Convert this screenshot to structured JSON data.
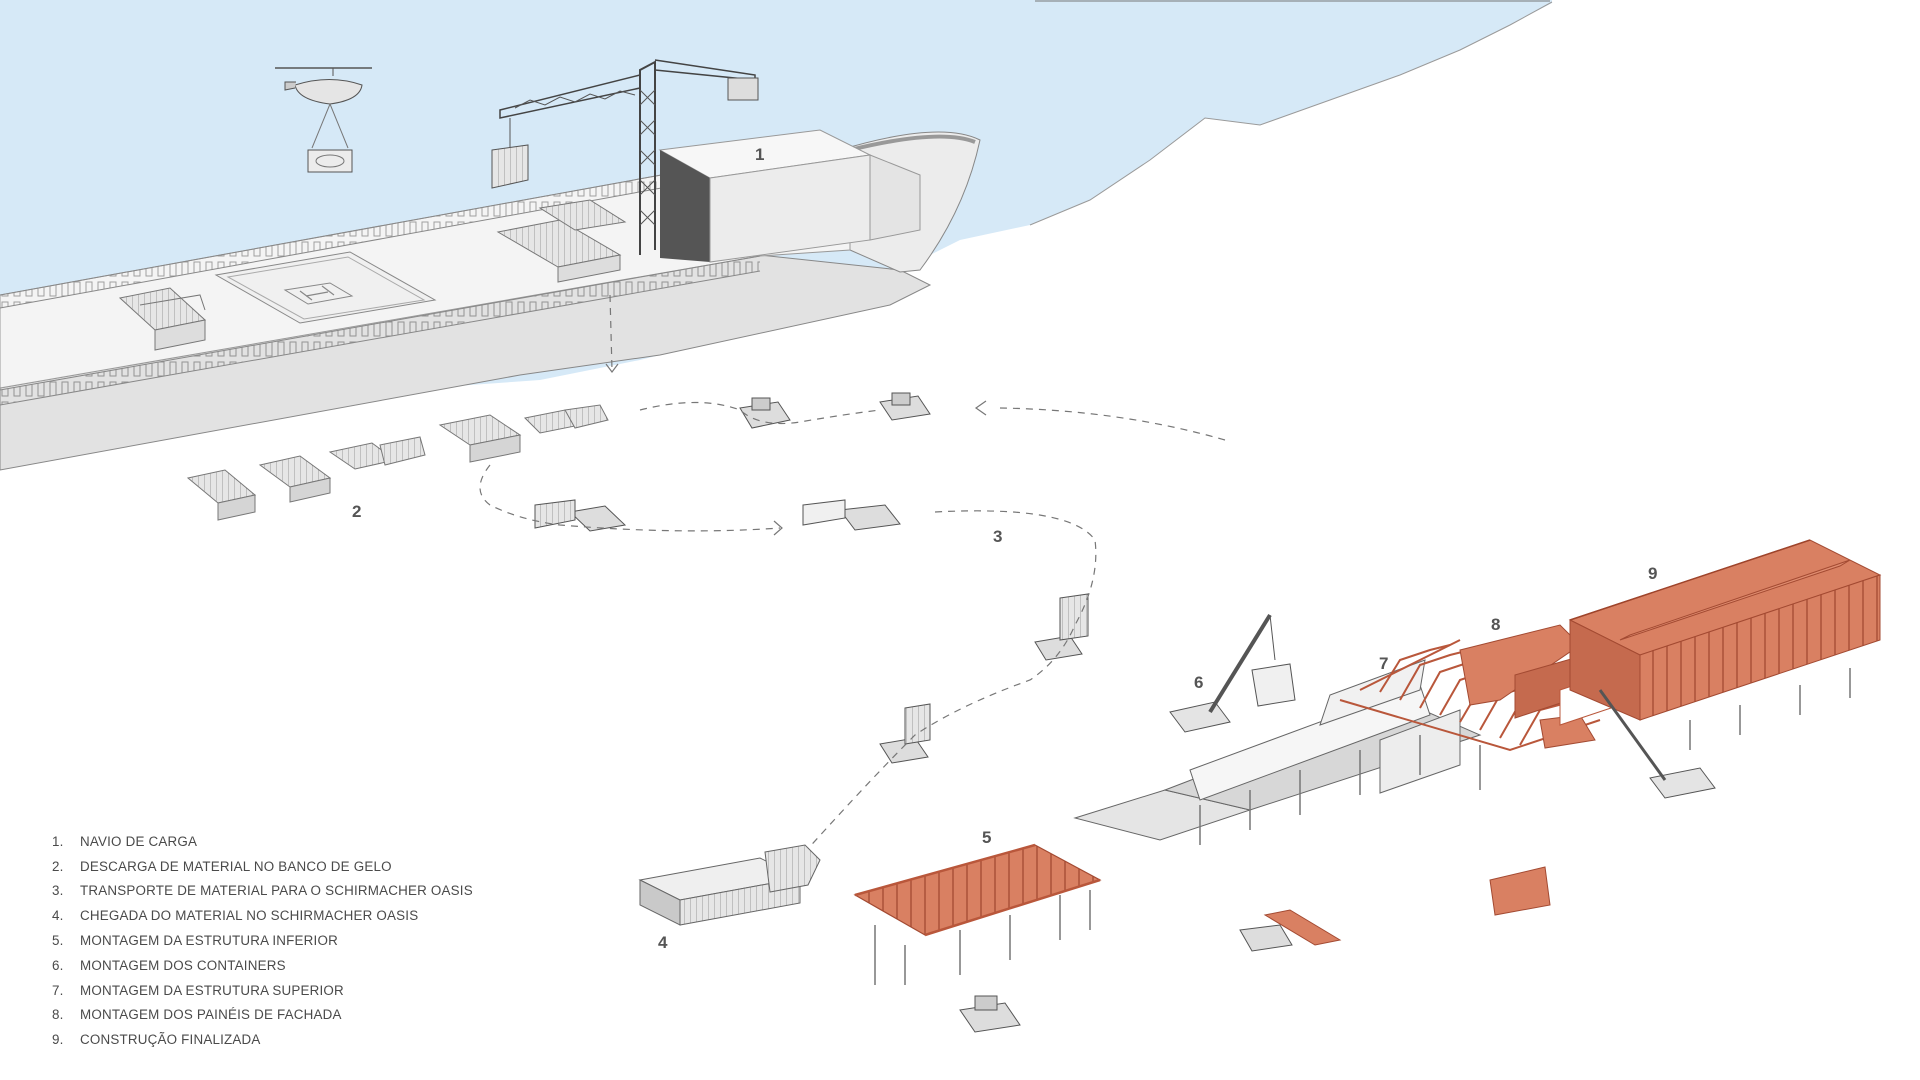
{
  "colors": {
    "sea": "#d6e9f7",
    "ice": "#ffffff",
    "ship_hull": "#e2e2e2",
    "structure_red": "#d98062",
    "structure_red_dark": "#b9573b",
    "line": "#666666"
  },
  "stage_numbers": [
    "1",
    "2",
    "3",
    "4",
    "5",
    "6",
    "7",
    "8",
    "9"
  ],
  "legend": [
    {
      "num": "1.",
      "text": "NAVIO DE CARGA"
    },
    {
      "num": "2.",
      "text": "DESCARGA DE MATERIAL NO BANCO DE GELO"
    },
    {
      "num": "3.",
      "text": "TRANSPORTE DE MATERIAL PARA O SCHIRMACHER OASIS"
    },
    {
      "num": "4.",
      "text": "CHEGADA DO MATERIAL NO SCHIRMACHER OASIS"
    },
    {
      "num": "5.",
      "text": "MONTAGEM DA ESTRUTURA INFERIOR"
    },
    {
      "num": "6.",
      "text": "MONTAGEM DOS CONTAINERS"
    },
    {
      "num": "7.",
      "text": "MONTAGEM DA ESTRUTURA SUPERIOR"
    },
    {
      "num": "8.",
      "text": "MONTAGEM DOS PAINÉIS DE FACHADA"
    },
    {
      "num": "9.",
      "text": "CONSTRUÇÃO FINALIZADA"
    }
  ]
}
